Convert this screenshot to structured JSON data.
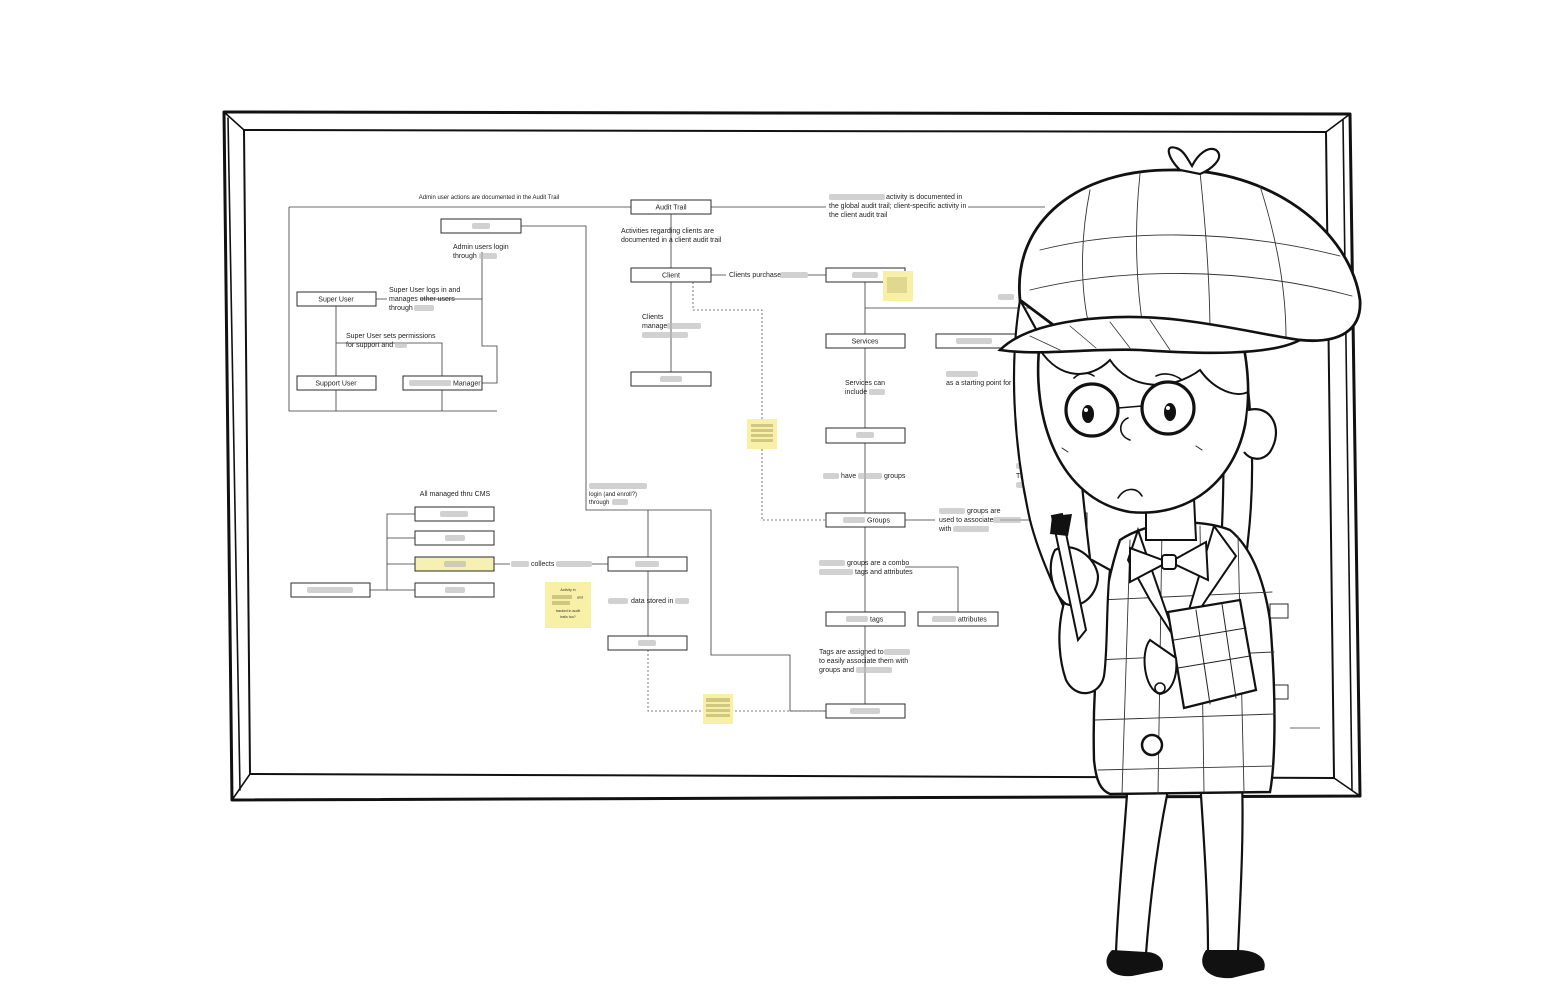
{
  "diagram": {
    "admin_actions": "Admin user actions are documented in the Audit Trail",
    "audit_trail": "Audit Trail",
    "client_audit": [
      "Activities regarding clients are",
      "documented in a client audit trail"
    ],
    "global_audit": [
      "activity is documented in",
      "the global audit trail; client-specific activity in",
      "the client audit trail"
    ],
    "admin_login": [
      "Admin users login",
      "through"
    ],
    "client": "Client",
    "clients_purchase": "Clients purchase",
    "super_user": "Super User",
    "super_user_logs": [
      "Super User logs in and",
      "manages other users",
      "through"
    ],
    "super_user_perms": [
      "Super User sets permissions",
      "for support and"
    ],
    "clients_manage": [
      "Clients",
      "manage"
    ],
    "services": "Services",
    "support_user": "Support User",
    "manager": "Manager",
    "starting_point": "as a starting point for users",
    "services_include": [
      "Services can",
      "include"
    ],
    "have_groups": [
      "have",
      "groups"
    ],
    "they_might": "They migh",
    "all_managed": "All managed thru CMS",
    "patients_login": [
      "login (and enroll?)",
      "through"
    ],
    "groups": "Groups",
    "groups_used": [
      "groups are",
      "used to associate",
      "with"
    ],
    "collects": "collects",
    "combo": [
      "groups are a combo",
      "tags and attributes"
    ],
    "activity_sticky": [
      "Activity in",
      "and",
      "tracked in audit",
      "trails too?"
    ],
    "data_stored": "data stored in",
    "tags": "tags",
    "attributes": "attributes",
    "tags_assigned": [
      "Tags are assigned to",
      "to easily associate them with",
      "groups and"
    ]
  }
}
